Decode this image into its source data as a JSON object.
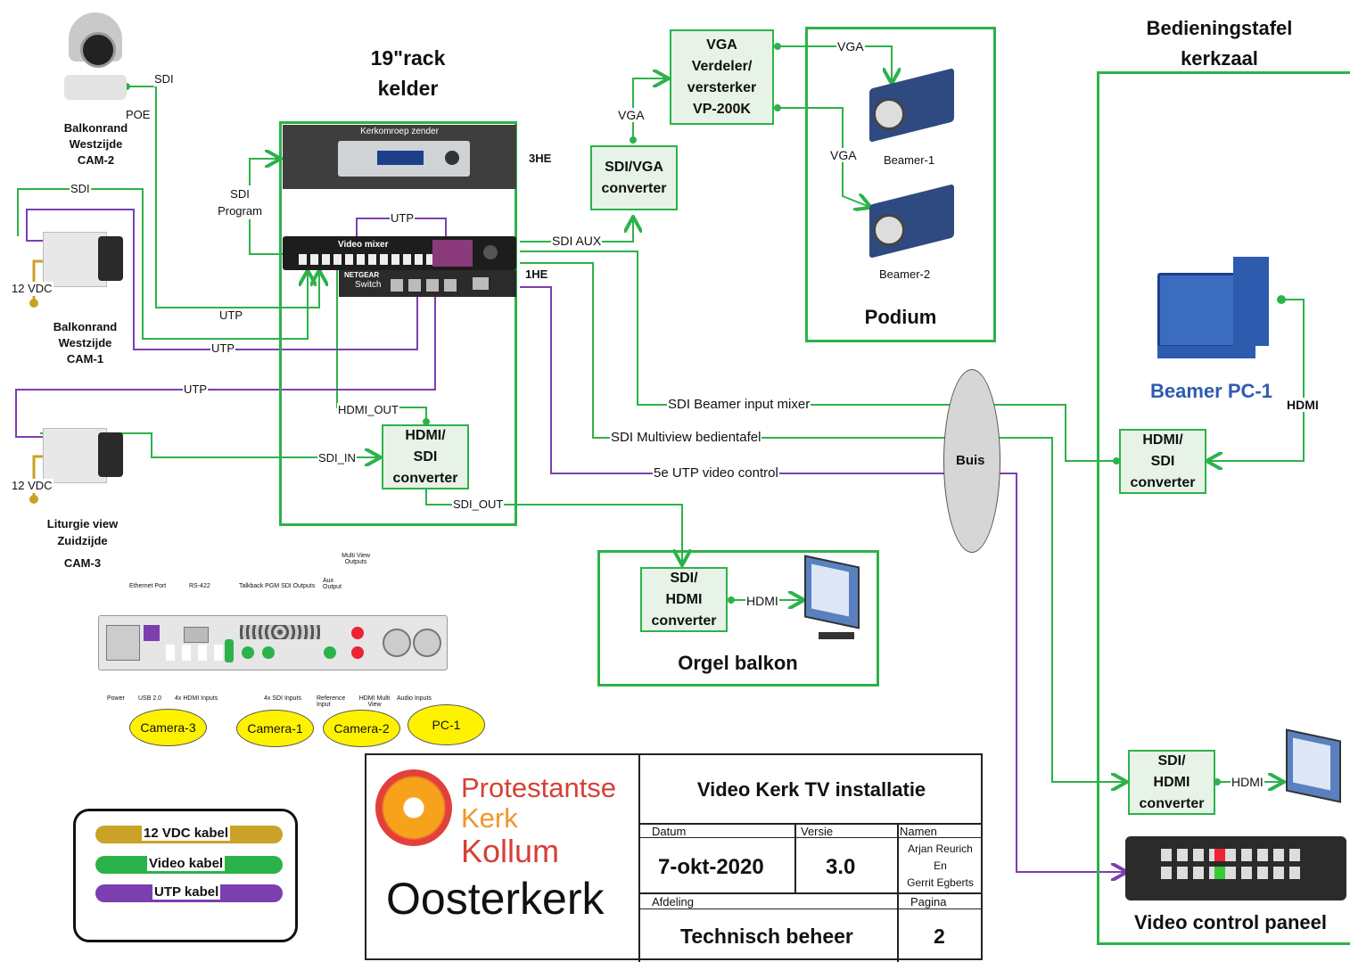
{
  "rack": {
    "title1": "19\"rack",
    "title2": "kelder",
    "he3": "3HE",
    "he1": "1HE",
    "kerkomroep": "Kerkomroep zender",
    "mixer": "Video mixer",
    "switch": "Switch",
    "netgear": "NETGEAR"
  },
  "bedieningstafel": {
    "title1": "Bedieningstafel",
    "title2": "kerkzaal",
    "beamer_pc": "Beamer PC-1",
    "video_panel": "Video control paneel"
  },
  "podium": {
    "title": "Podium",
    "beamer1": "Beamer-1",
    "beamer2": "Beamer-2"
  },
  "orgel": {
    "title": "Orgel balkon"
  },
  "vga_box": {
    "line1": "VGA",
    "line2": "Verdeler/",
    "line3": "versterker",
    "line4": "VP-200K"
  },
  "sdi_vga": {
    "line1": "SDI/VGA",
    "line2": "converter"
  },
  "hdmi_sdi_rack": {
    "line1": "HDMI/",
    "line2": "SDI",
    "line3": "converter"
  },
  "hdmi_sdi_right": {
    "line1": "HDMI/",
    "line2": "SDI",
    "line3": "converter"
  },
  "sdi_hdmi_orgel": {
    "line1": "SDI/",
    "line2": "HDMI",
    "line3": "converter"
  },
  "sdi_hdmi_right": {
    "line1": "SDI/",
    "line2": "HDMI",
    "line3": "converter"
  },
  "cameras": {
    "cam2": {
      "line1": "Balkonrand",
      "line2": "Westzijde",
      "line3": "CAM-2"
    },
    "cam1": {
      "line1": "Balkonrand",
      "line2": "Westzijde",
      "line3": "CAM-1"
    },
    "cam3": {
      "line1": "Liturgie view",
      "line2": "Zuidzijde",
      "line3": "CAM-3"
    }
  },
  "labels": {
    "sdi": "SDI",
    "poe": "POE",
    "sdi_program1": "SDI",
    "sdi_program2": "Program",
    "utp": "UTP",
    "vdc": "12 VDC",
    "sdi_aux": "SDI AUX",
    "vga": "VGA",
    "hdmi_out": "HDMI_OUT",
    "sdi_in": "SDI_IN",
    "sdi_out": "SDI_OUT",
    "sdi_beamer": "SDI Beamer input mixer",
    "sdi_multiview": "SDI Multiview bedientafel",
    "utp_video": "5e UTP video control",
    "buis": "Buis",
    "hdmi": "HDMI"
  },
  "backpanel": {
    "top_labels": [
      "Ethernet Port",
      "RS-422",
      "Talkback PGM SDI Outputs",
      "Aux Output",
      "Multi View Outputs"
    ],
    "bottom_labels": [
      "Power",
      "USB 2.0",
      "4x HDMI Inputs",
      "4x SDI Inputs",
      "Reference Input",
      "HDMI Multi View",
      "Audio Inputs"
    ]
  },
  "ovals": [
    "Camera-3",
    "Camera-1",
    "Camera-2",
    "PC-1"
  ],
  "legend": {
    "vdc": "12 VDC kabel",
    "video": "Video kabel",
    "utp": "UTP kabel"
  },
  "titleblock": {
    "org1": "Protestantse",
    "org2": "Kerk",
    "org3": "Kollum",
    "church": "Oosterkerk",
    "title": "Video Kerk TV installatie",
    "datum_label": "Datum",
    "datum": "7-okt-2020",
    "versie_label": "Versie",
    "versie": "3.0",
    "namen_label": "Namen",
    "namen1": "Arjan Reurich",
    "namen2": "En",
    "namen3": "Gerrit Egberts",
    "afdeling_label": "Afdeling",
    "afdeling": "Technisch beheer",
    "pagina_label": "Pagina",
    "pagina": "2"
  },
  "colors": {
    "green": "#2cb24a",
    "purple": "#7b3fb0",
    "gold": "#c9a227",
    "oval": "#fff200"
  }
}
